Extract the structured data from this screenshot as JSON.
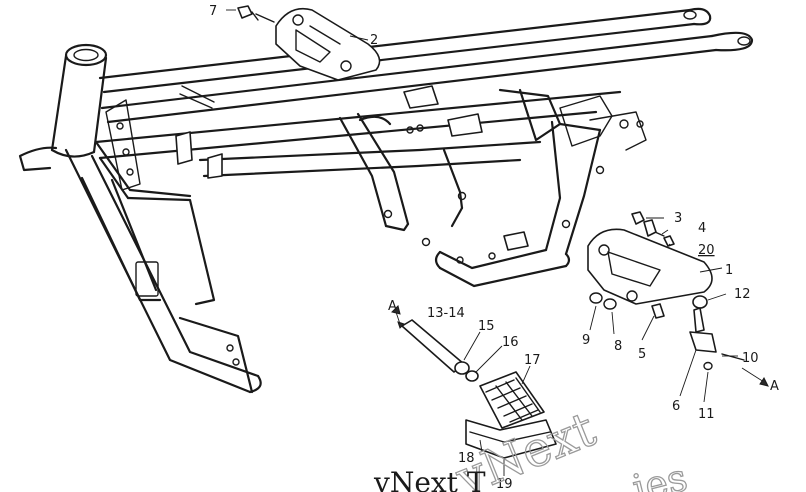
{
  "callouts": {
    "c1": "1",
    "c2": "2",
    "c3": "3",
    "c4": "4",
    "c5": "5",
    "c6": "6",
    "c7": "7",
    "c8": "8",
    "c9": "9",
    "c10": "10",
    "c11": "11",
    "c12": "12",
    "c13": "13-14",
    "c15": "15",
    "c16": "16",
    "c17": "17",
    "c18": "18",
    "c19": "19",
    "c20": "20",
    "arrow_a_left": "A",
    "arrow_a_right": "A"
  },
  "watermark": {
    "text_large": "vNext",
    "text_small": "vNext T",
    "text_tail": "ies",
    "color": "#9a9a9a"
  }
}
